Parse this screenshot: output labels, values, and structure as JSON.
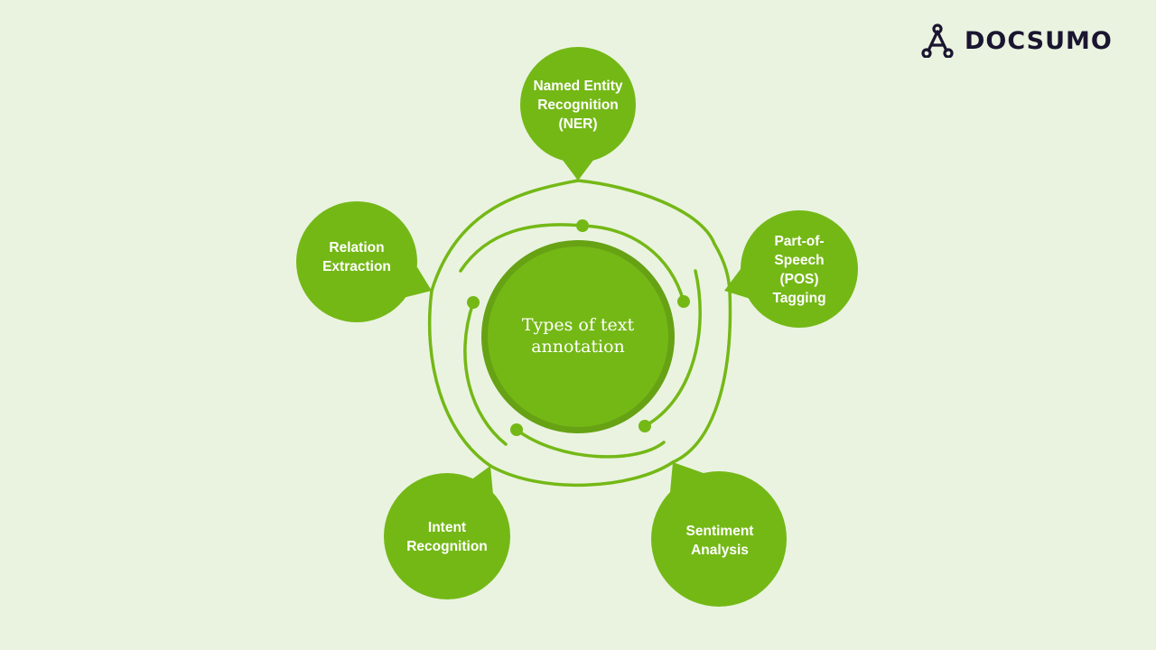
{
  "brand": {
    "name": "DOCSUMO"
  },
  "colors": {
    "background": "#eaf3e0",
    "green": "#74b816",
    "green_dark": "#66a214",
    "text_light": "#ffffff",
    "logo": "#1a1530"
  },
  "center": {
    "label": "Types of text\nannotation"
  },
  "nodes": [
    {
      "label": "Named Entity\nRecognition\n(NER)"
    },
    {
      "label": "Part-of-\nSpeech\n(POS)\nTagging"
    },
    {
      "label": "Sentiment\nAnalysis"
    },
    {
      "label": "Intent\nRecognition"
    },
    {
      "label": "Relation\nExtraction"
    }
  ]
}
